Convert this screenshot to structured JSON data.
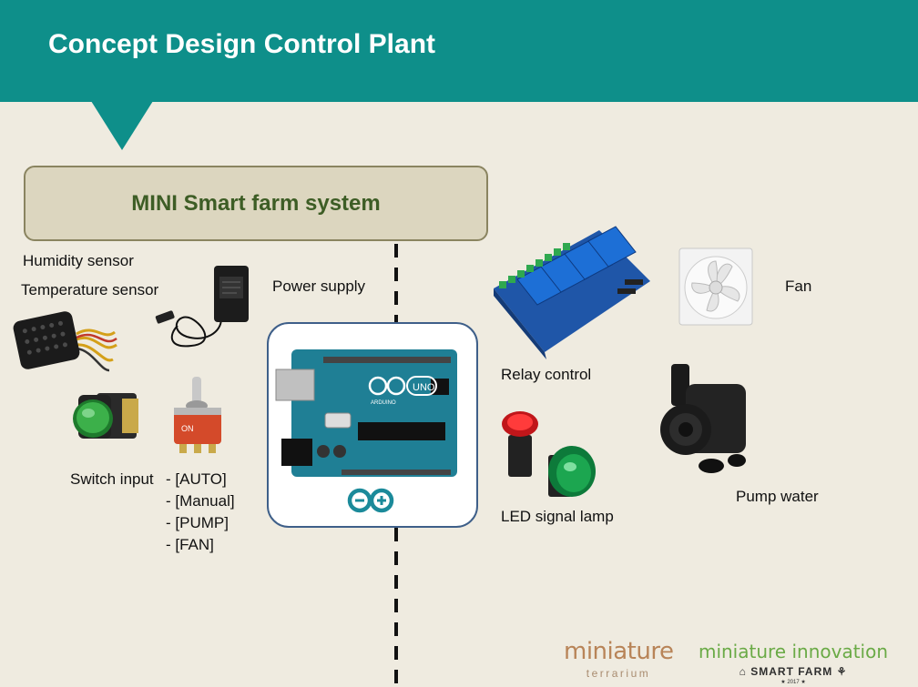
{
  "header": {
    "title": "Concept Design Control Plant"
  },
  "system": {
    "title": "MINI Smart farm system"
  },
  "inputs": {
    "humidity_label": "Humidity sensor",
    "temperature_label": "Temperature sensor",
    "power_label": "Power supply",
    "switch_label": "Switch input",
    "switch_options": [
      "- [AUTO]",
      "- [Manual]",
      "- [PUMP]",
      "- [FAN]"
    ]
  },
  "outputs": {
    "relay_label": "Relay control",
    "fan_label": "Fan",
    "led_label": "LED signal lamp",
    "pump_label": "Pump water"
  },
  "controller": {
    "board_text": "UNO",
    "board_brand": "ARDUINO"
  },
  "logos": {
    "terrarium_main": "miniature",
    "terrarium_sub": "terrarium",
    "innovation_main": "miniature innovation",
    "innovation_sub": "SMART FARM",
    "innovation_year": "2017"
  },
  "colors": {
    "header": "#0e8f8a",
    "background": "#efebe0",
    "system_text": "#3d5d25",
    "arduino_board": "#1f7f95"
  }
}
